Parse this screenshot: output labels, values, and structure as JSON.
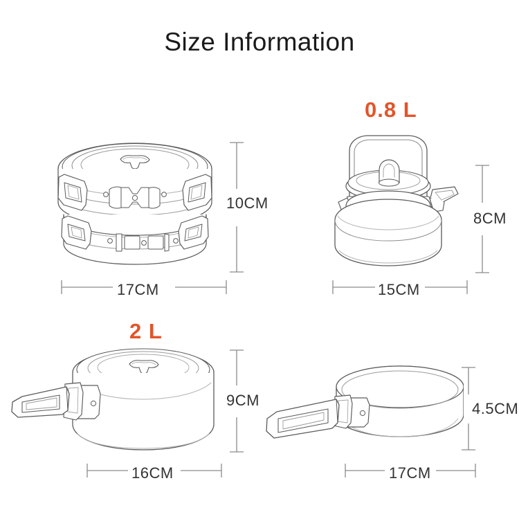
{
  "page": {
    "title": "Size Information",
    "background_color": "#ffffff",
    "line_color": "#5a5a5a",
    "accent_color": "#e3542a",
    "text_color": "#1a1a1a"
  },
  "items": [
    {
      "id": "stacked-pot-set",
      "name": "stacked pot set",
      "icon": "stacked-pots-illustration",
      "volume_label": null,
      "height_label": "10CM",
      "width_label": "17CM"
    },
    {
      "id": "kettle",
      "name": "kettle",
      "icon": "kettle-illustration",
      "volume_label": "0.8 L",
      "height_label": "8CM",
      "width_label": "15CM"
    },
    {
      "id": "saucepan",
      "name": "saucepan with lid",
      "icon": "saucepan-illustration",
      "volume_label": "2 L",
      "height_label": "9CM",
      "width_label": "16CM"
    },
    {
      "id": "frying-pan",
      "name": "frying pan",
      "icon": "frying-pan-illustration",
      "volume_label": null,
      "height_label": "4.5CM",
      "width_label": "17CM"
    }
  ]
}
